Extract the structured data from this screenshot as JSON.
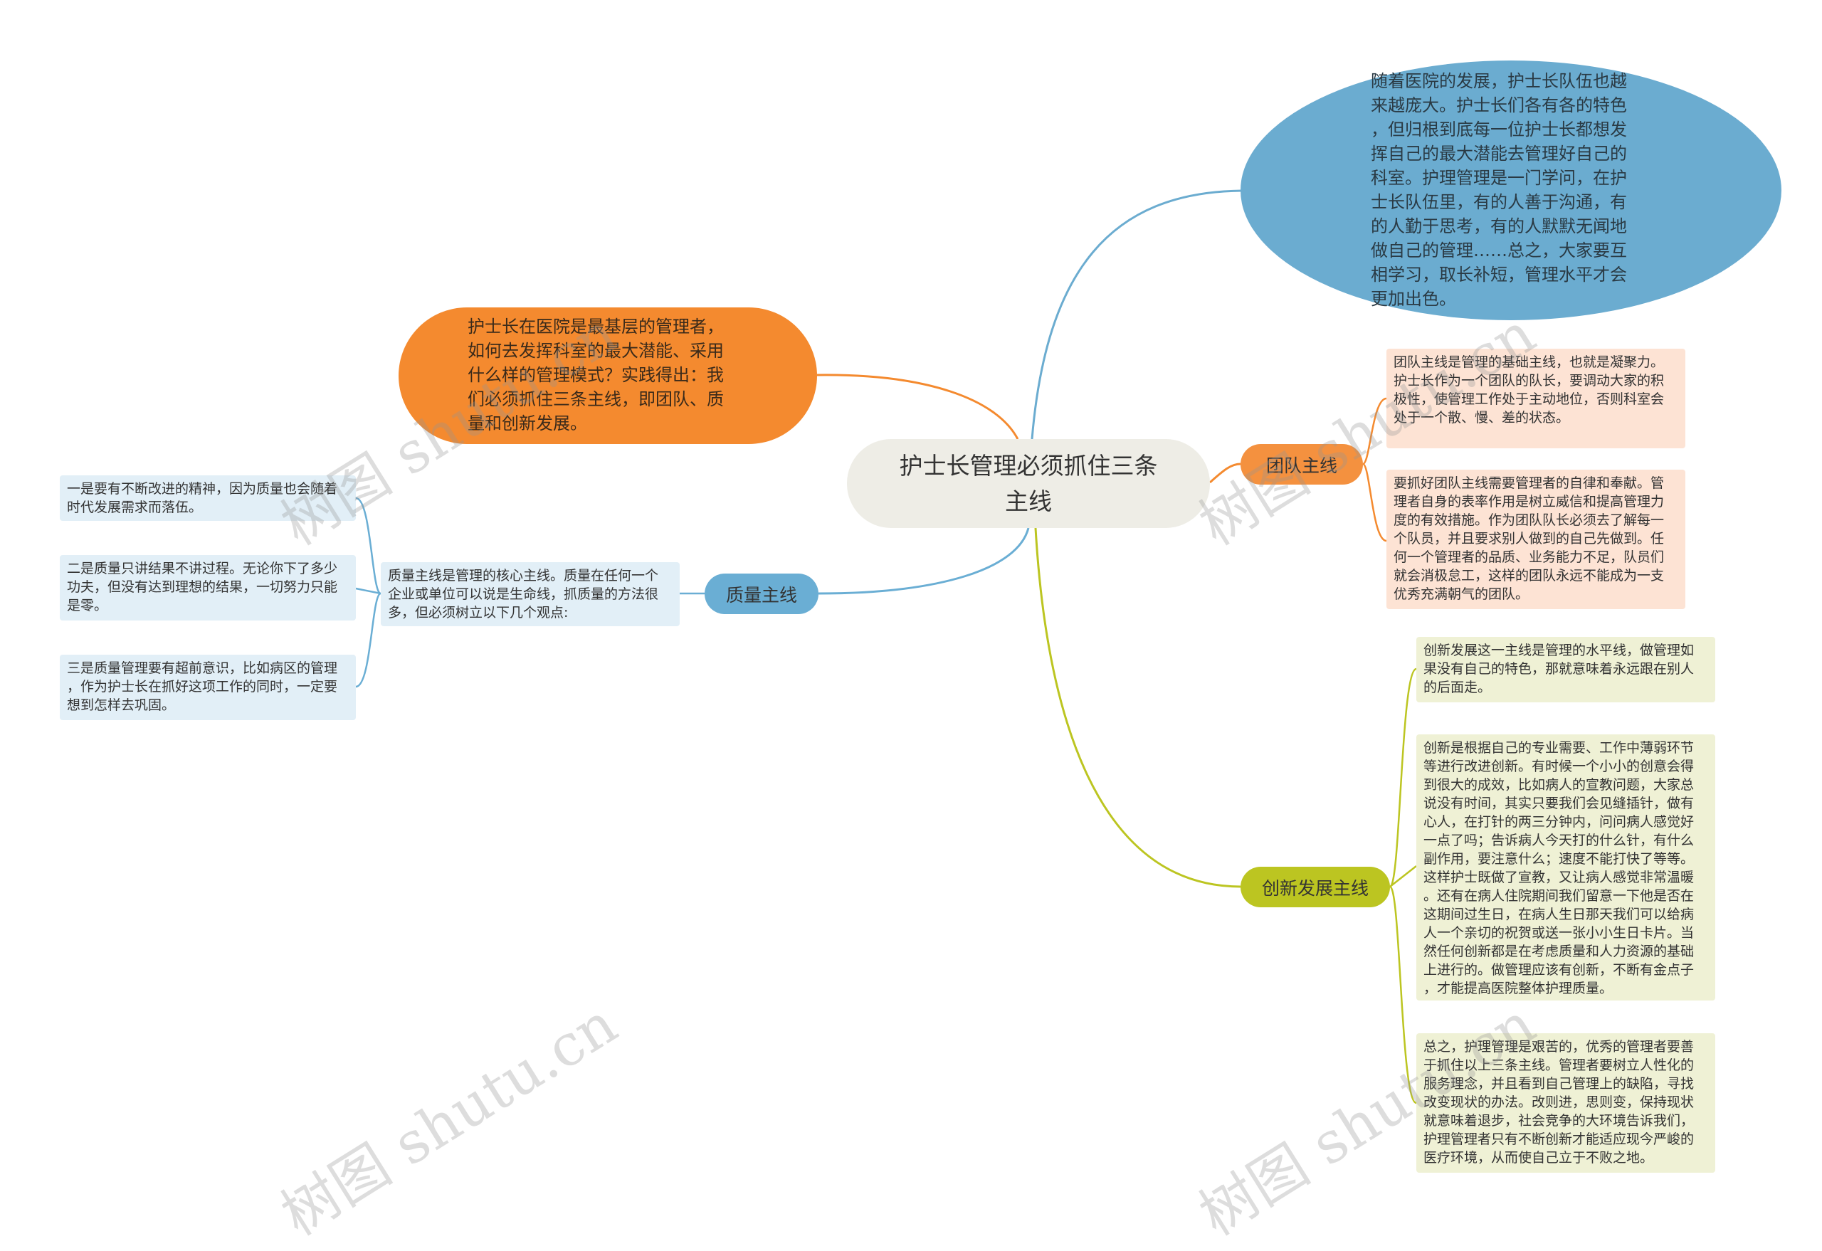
{
  "central": {
    "title": "护士长管理必须抓住三条\n主线"
  },
  "intro_blue": {
    "text": "随着医院的发展，护士长队伍也越\n来越庞大。护士长们各有各的特色\n，但归根到底每一位护士长都想发\n挥自己的最大潜能去管理好自己的\n科室。护理管理是一门学问，在护\n士长队伍里，有的人善于沟通，有\n的人勤于思考，有的人默默无闻地\n做自己的管理……总之，大家要互\n相学习，取长补短，管理水平才会\n更加出色。"
  },
  "intro_orange": {
    "text": "护士长在医院是最基层的管理者，\n如何去发挥科室的最大潜能、采用\n什么样的管理模式？实践得出：我\n们必须抓住三条主线，即团队、质\n量和创新发展。"
  },
  "team": {
    "label": "团队主线",
    "cards": [
      "团队主线是管理的基础主线，也就是凝聚力。\n护士长作为一个团队的队长，要调动大家的积\n极性，使管理工作处于主动地位，否则科室会\n处于一个散、慢、差的状态。",
      "要抓好团队主线需要管理者的自律和奉献。管\n理者自身的表率作用是树立威信和提高管理力\n度的有效措施。作为团队队长必须去了解每一\n个队员，并且要求别人做到的自己先做到。任\n何一个管理者的品质、业务能力不足，队员们\n就会消极怠工，这样的团队永远不能成为一支\n优秀充满朝气的团队。"
    ]
  },
  "quality": {
    "label": "质量主线",
    "main": "质量主线是管理的核心主线。质量在任何一个\n企业或单位可以说是生命线，抓质量的方法很\n多，但必须树立以下几个观点:",
    "points": [
      "一是要有不断改进的精神，因为质量也会随着\n时代发展需求而落伍。",
      "二是质量只讲结果不讲过程。无论你下了多少\n功夫，但没有达到理想的结果，一切努力只能\n是零。",
      "三是质量管理要有超前意识，比如病区的管理\n，作为护士长在抓好这项工作的同时，一定要\n想到怎样去巩固。"
    ]
  },
  "innovation": {
    "label": "创新发展主线",
    "cards": [
      "创新发展这一主线是管理的水平线，做管理如\n果没有自己的特色，那就意味着永远跟在别人\n的后面走。",
      "创新是根据自己的专业需要、工作中薄弱环节\n等进行改进创新。有时候一个小小的创意会得\n到很大的成效，比如病人的宣教问题，大家总\n说没有时间，其实只要我们会见缝插针，做有\n心人，在打针的两三分钟内，问问病人感觉好\n一点了吗；告诉病人今天打的什么针，有什么\n副作用，要注意什么；速度不能打快了等等。\n这样护士既做了宣教，又让病人感觉非常温暖\n。还有在病人住院期间我们留意一下他是否在\n这期间过生日，在病人生日那天我们可以给病\n人一个亲切的祝贺或送一张小小生日卡片。当\n然任何创新都是在考虑质量和人力资源的基础\n上进行的。做管理应该有创新，不断有金点子\n，才能提高医院整体护理质量。",
      "总之，护理管理是艰苦的，优秀的管理者要善\n于抓住以上三条主线。管理者要树立人性化的\n服务理念，并且看到自己管理上的缺陷，寻找\n改变现状的办法。改则进，思则变，保持现状\n就意味着退步，社会竞争的大环境告诉我们，\n护理管理者只有不断创新才能适应现今严峻的\n医疗环境，从而使自己立于不败之地。"
    ]
  },
  "watermark": "树图 shutu.cn",
  "colors": {
    "blue": "#6bacd0",
    "orange": "#f48a2f",
    "green": "#bcc521",
    "central": "#eeede6"
  }
}
